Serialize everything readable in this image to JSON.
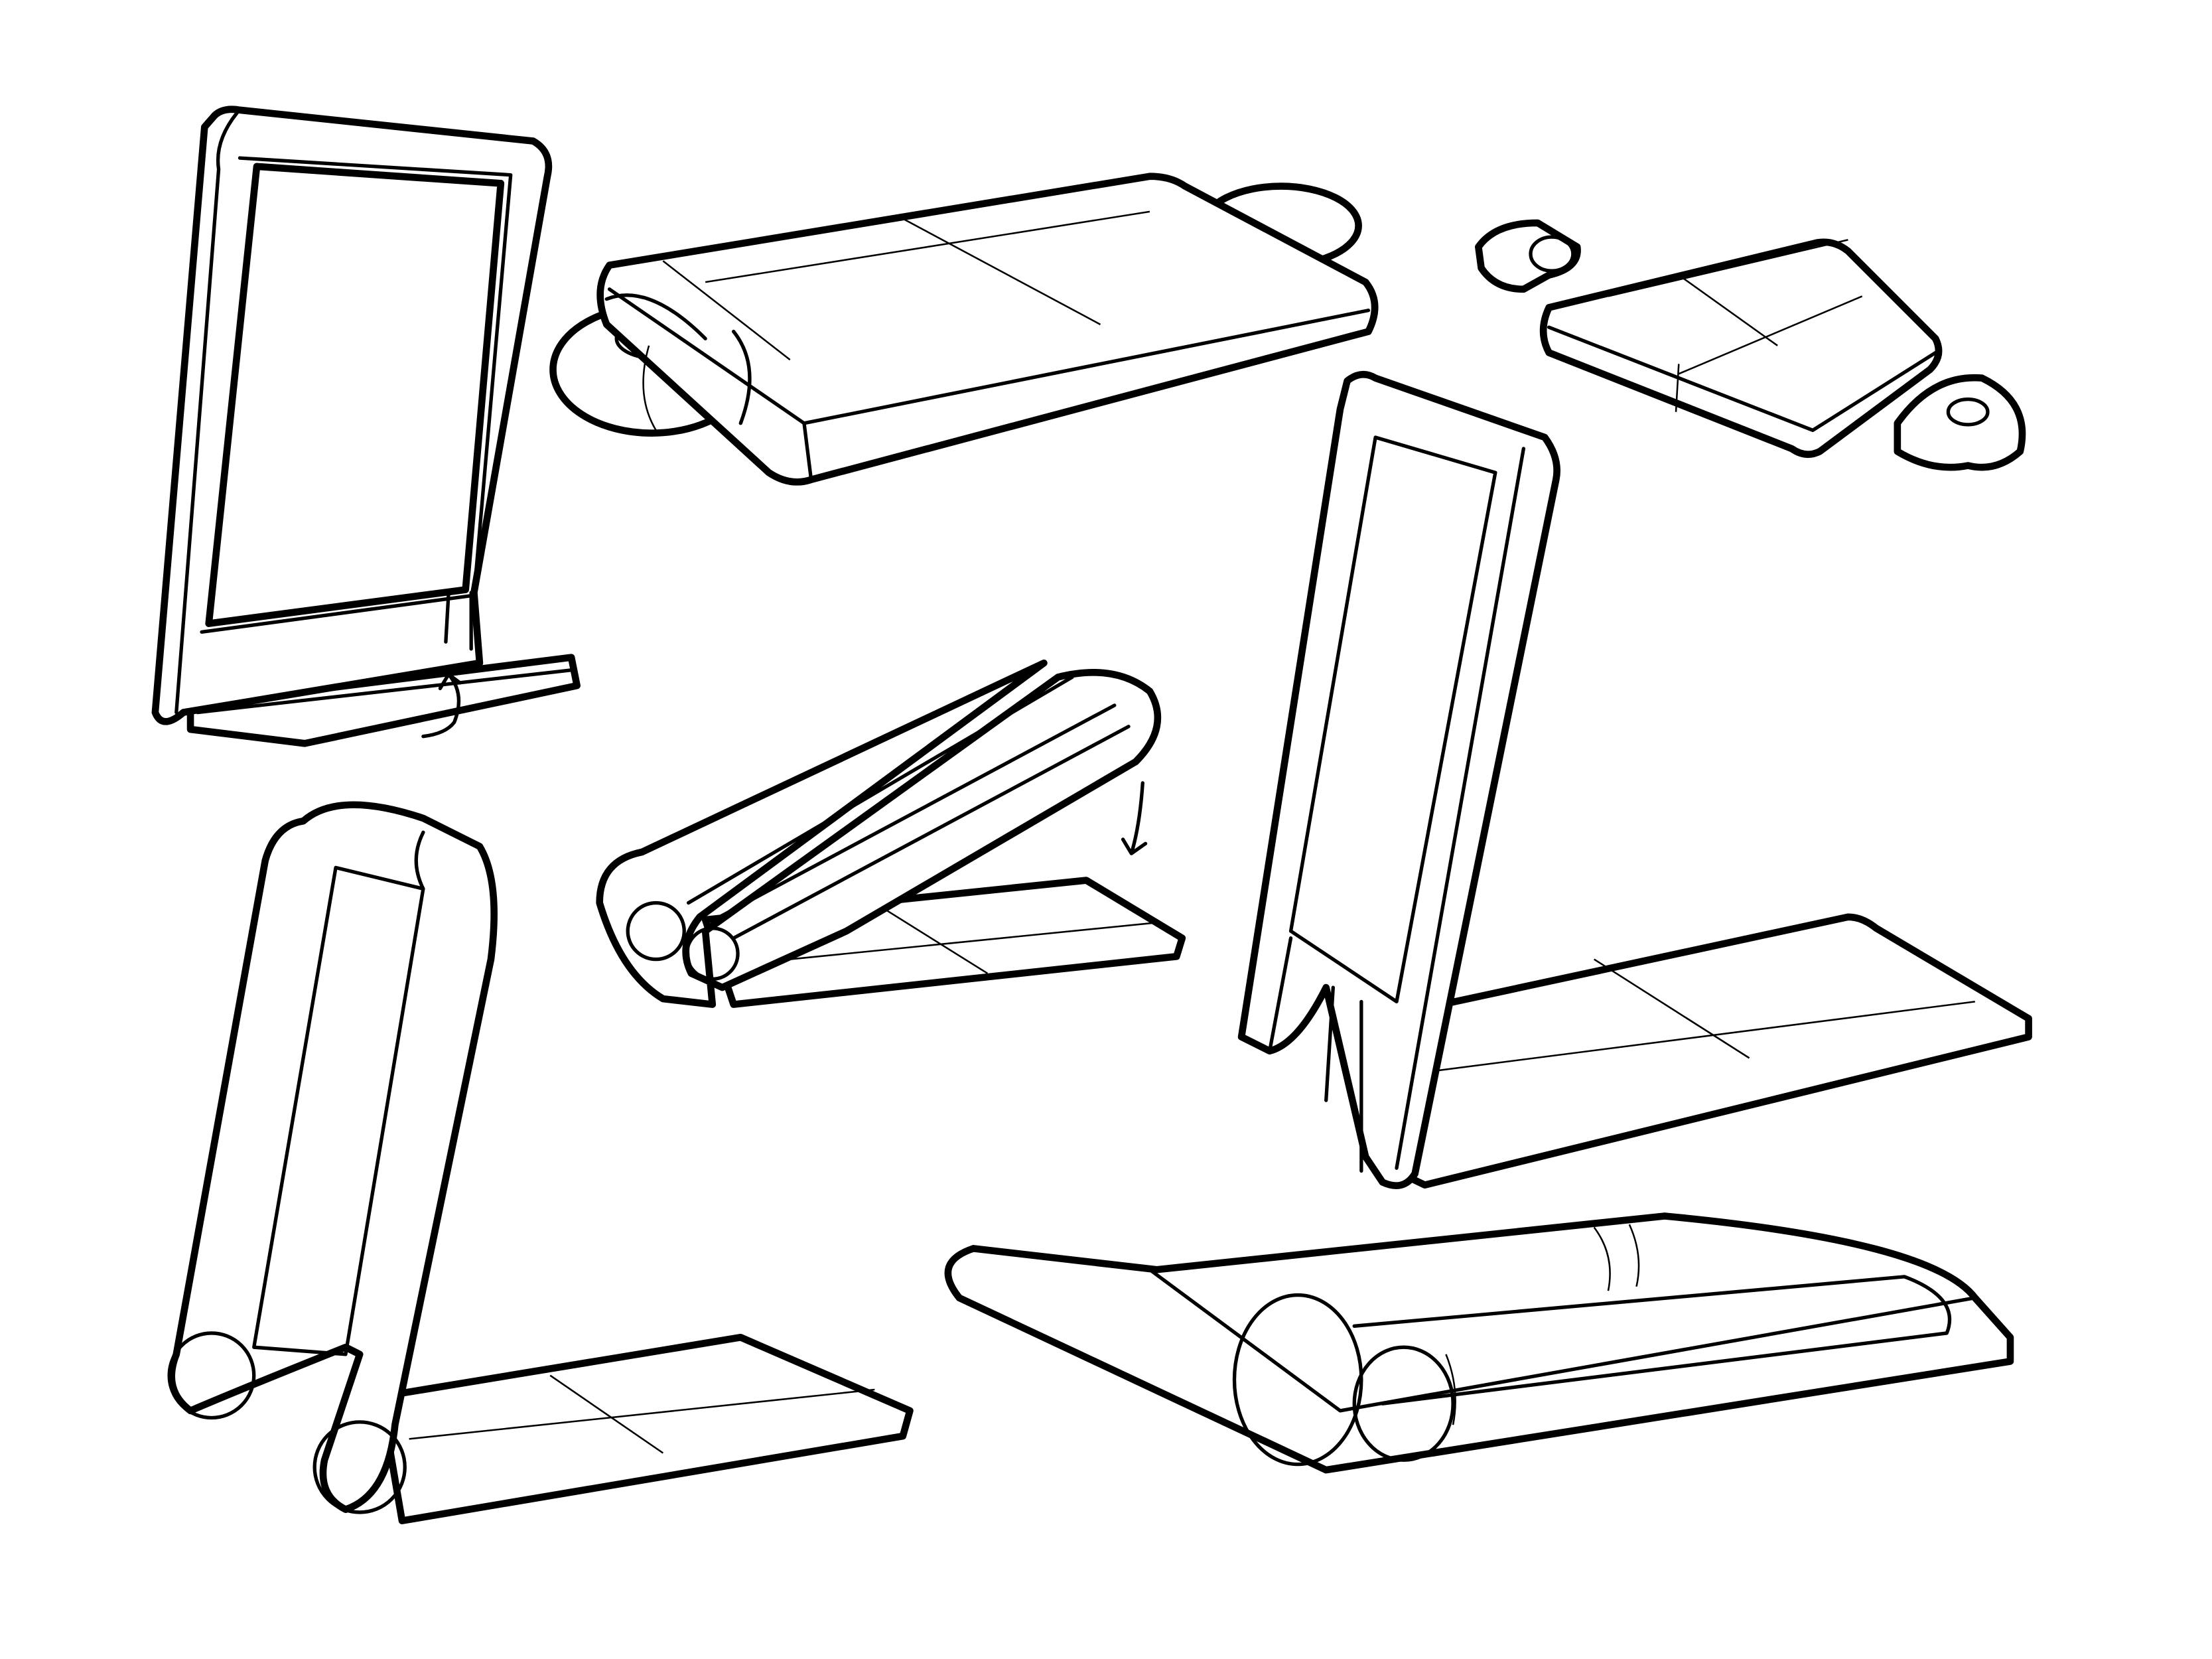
{
  "colors": {
    "background": "#ffffff",
    "line": "#000000"
  },
  "sketches": [
    {
      "id": "upright-frame-with-flat-base"
    },
    {
      "id": "folded-deck-with-loop-handles"
    },
    {
      "id": "compact-deck-with-detached-handles"
    },
    {
      "id": "inclined-frame-folding-down"
    },
    {
      "id": "tall-upright-l-frame"
    },
    {
      "id": "tubular-l-frame"
    },
    {
      "id": "roller-base-flat"
    }
  ]
}
